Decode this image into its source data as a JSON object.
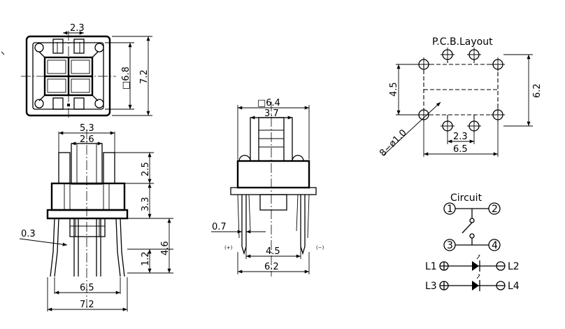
{
  "top_view": {
    "dim_width": "2.3",
    "dim_inner_square": "□6.8",
    "dim_outer": "7.2"
  },
  "front_view": {
    "dim_53": "5.3",
    "dim_26": "2.6",
    "dim_25": "2.5",
    "dim_33": "3.3",
    "dim_46": "4.6",
    "dim_12": "1.2",
    "dim_03": "0.3",
    "dim_65": "6.5",
    "dim_72": "7.2"
  },
  "side_view": {
    "dim_64": "□6.4",
    "dim_37": "3.7",
    "dim_07": "0.7",
    "dim_45": "4.5",
    "dim_62": "6.2",
    "pin_plus": "(+)",
    "pin_minus": "(−)"
  },
  "pcb_layout": {
    "title": "P.C.B.Layout",
    "dim_45": "4.5",
    "dim_62": "6.2",
    "dim_23": "2.3",
    "dim_65": "6.5",
    "dim_holes": "8−ø1.0"
  },
  "circuit": {
    "title": "Circuit",
    "pin1": "1",
    "pin2": "2",
    "pin3": "3",
    "pin4": "4",
    "l1": "L1",
    "l2": "L2",
    "l3": "L3",
    "l4": "L4"
  }
}
